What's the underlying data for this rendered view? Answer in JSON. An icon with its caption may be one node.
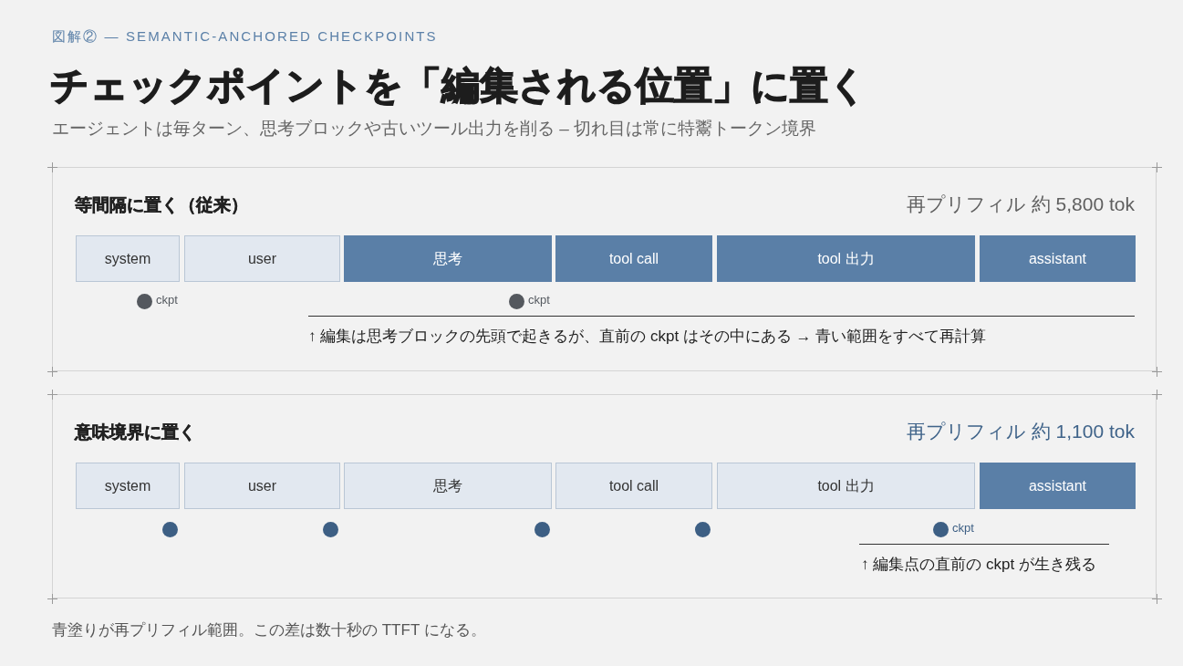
{
  "diagram": {
    "title": "チェックポイントを「編集される位置」に置く",
    "caption": "青塗りが再プリフィル範囲。この差は数十秒の TTFT になる。",
    "nodes": [
      {
        "text": [
          "等間隔に置く（従来）",
          "再プリフィル 約 5,800 tok"
        ]
      },
      {
        "text": [
          "system"
        ],
        "in": 0
      },
      {
        "text": [
          "user"
        ],
        "in": 0
      },
      {
        "text": [
          "思考"
        ],
        "in": 0
      },
      {
        "text": [
          "tool call"
        ],
        "in": 0
      },
      {
        "text": [
          "tool 出力"
        ],
        "in": 0
      },
      {
        "text": [
          "assistant"
        ],
        "in": 0
      },
      {
        "text": [],
        "shape": "circle",
        "in": 0,
        "beside": [
          "ckpt"
        ]
      },
      {
        "text": [],
        "shape": "circle",
        "in": 0,
        "beside": [
          "ckpt"
        ]
      },
      {
        "text": [
          "意味境界に置く",
          "再プリフィル 約 1,100 tok"
        ]
      },
      {
        "text": [
          "system"
        ],
        "in": 9
      },
      {
        "text": [
          "user"
        ],
        "in": 9
      },
      {
        "text": [
          "思考"
        ],
        "in": 9
      },
      {
        "text": [
          "tool call"
        ],
        "in": 9
      },
      {
        "text": [
          "tool 出力"
        ],
        "in": 9
      },
      {
        "text": [
          "assistant"
        ],
        "in": 9
      },
      {
        "text": [],
        "shape": "circle",
        "in": 9
      },
      {
        "text": [],
        "shape": "circle",
        "in": 9
      },
      {
        "text": [],
        "shape": "circle",
        "in": 9
      },
      {
        "text": [],
        "shape": "circle",
        "in": 9
      },
      {
        "text": [],
        "shape": "circle",
        "in": 9,
        "beside": [
          "ckpt"
        ]
      }
    ],
    "labels": [
      "図解② — SEMANTIC-ANCHORED CHECKPOINTS",
      "エージェントは毎ターン、思考ブロックや古いツール出力を削る – 切れ目は常に特鬻トークン境界",
      "↑ 編集は思考ブロックの先頭で起きるが、直前の ckpt はその中にある → 青い範囲をすべて再計算",
      "↑ 編集点の直前の ckpt が生き残る"
    ]
  }
}
